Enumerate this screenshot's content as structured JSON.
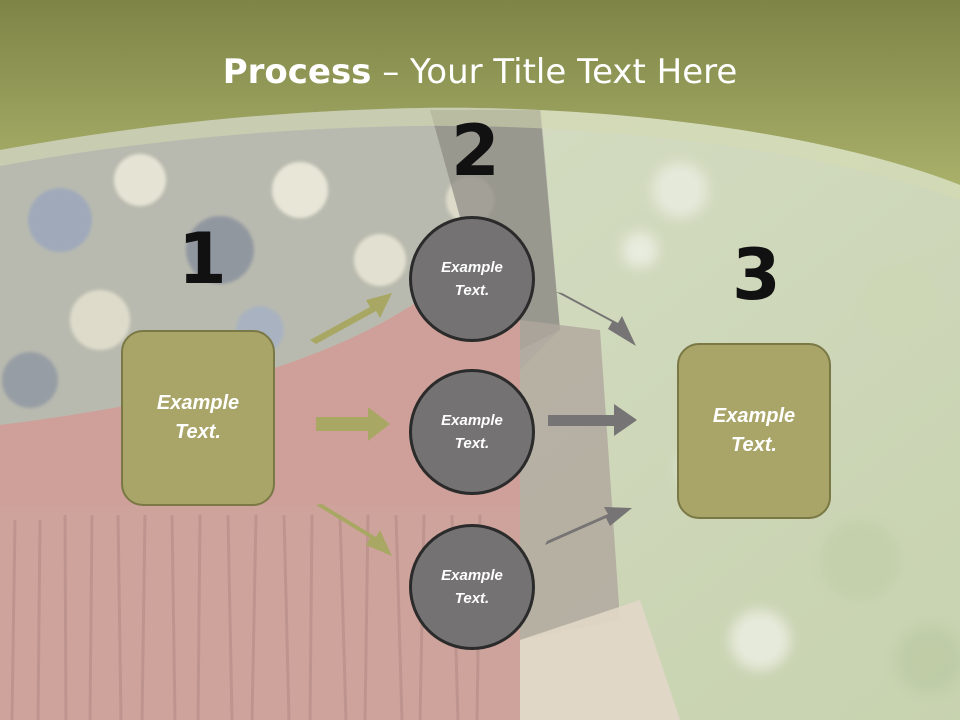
{
  "slide": {
    "title_bold": "Process",
    "title_rest": " – Your Title Text Here"
  },
  "steps": [
    {
      "number": "1",
      "label": "Example Text."
    },
    {
      "number": "2",
      "label": "Example Text."
    },
    {
      "number": "3",
      "label": "Example Text."
    }
  ],
  "middle_nodes": [
    {
      "label": "Example Text."
    },
    {
      "label": "Example Text."
    },
    {
      "label": "Example Text."
    }
  ],
  "colors": {
    "header_band": "#8f9a52",
    "box_fill": "#a9a569",
    "circle_fill": "#747272",
    "arrow_left": "#a8a764",
    "arrow_right": "#767474"
  }
}
